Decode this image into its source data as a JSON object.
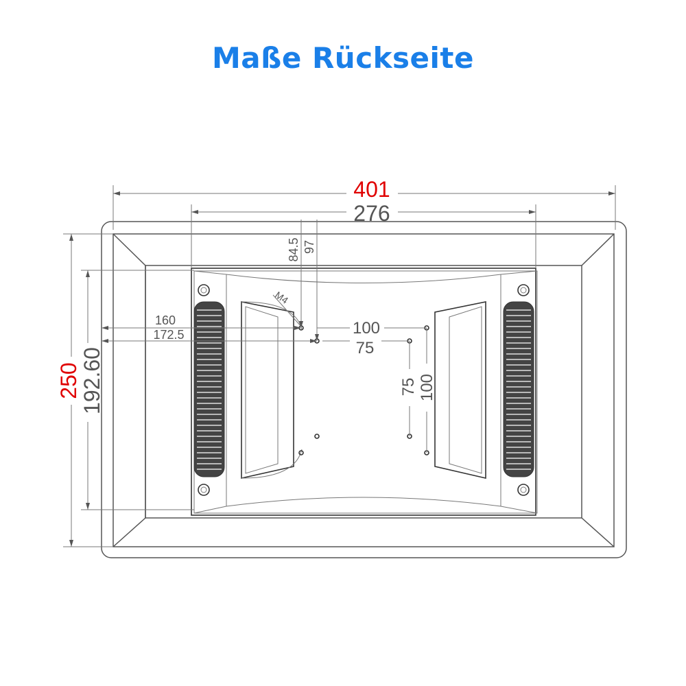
{
  "title": "Maße Rückseite",
  "dimensions": {
    "overall_width": "401",
    "vesa_frame_width": "276",
    "overall_height": "250",
    "inner_height": "192.60",
    "top_offset_a": "84.5",
    "top_offset_b": "97",
    "left_offset_a": "160",
    "left_offset_b": "172.5",
    "hole_spacing_h_100": "100",
    "hole_spacing_h_75": "75",
    "hole_spacing_v_75": "75",
    "hole_spacing_v_100": "100",
    "screw_label": "M4"
  },
  "colors": {
    "title": "#1a7fe8",
    "primary_dimension": "#e00000",
    "secondary_dimension": "#555555"
  }
}
